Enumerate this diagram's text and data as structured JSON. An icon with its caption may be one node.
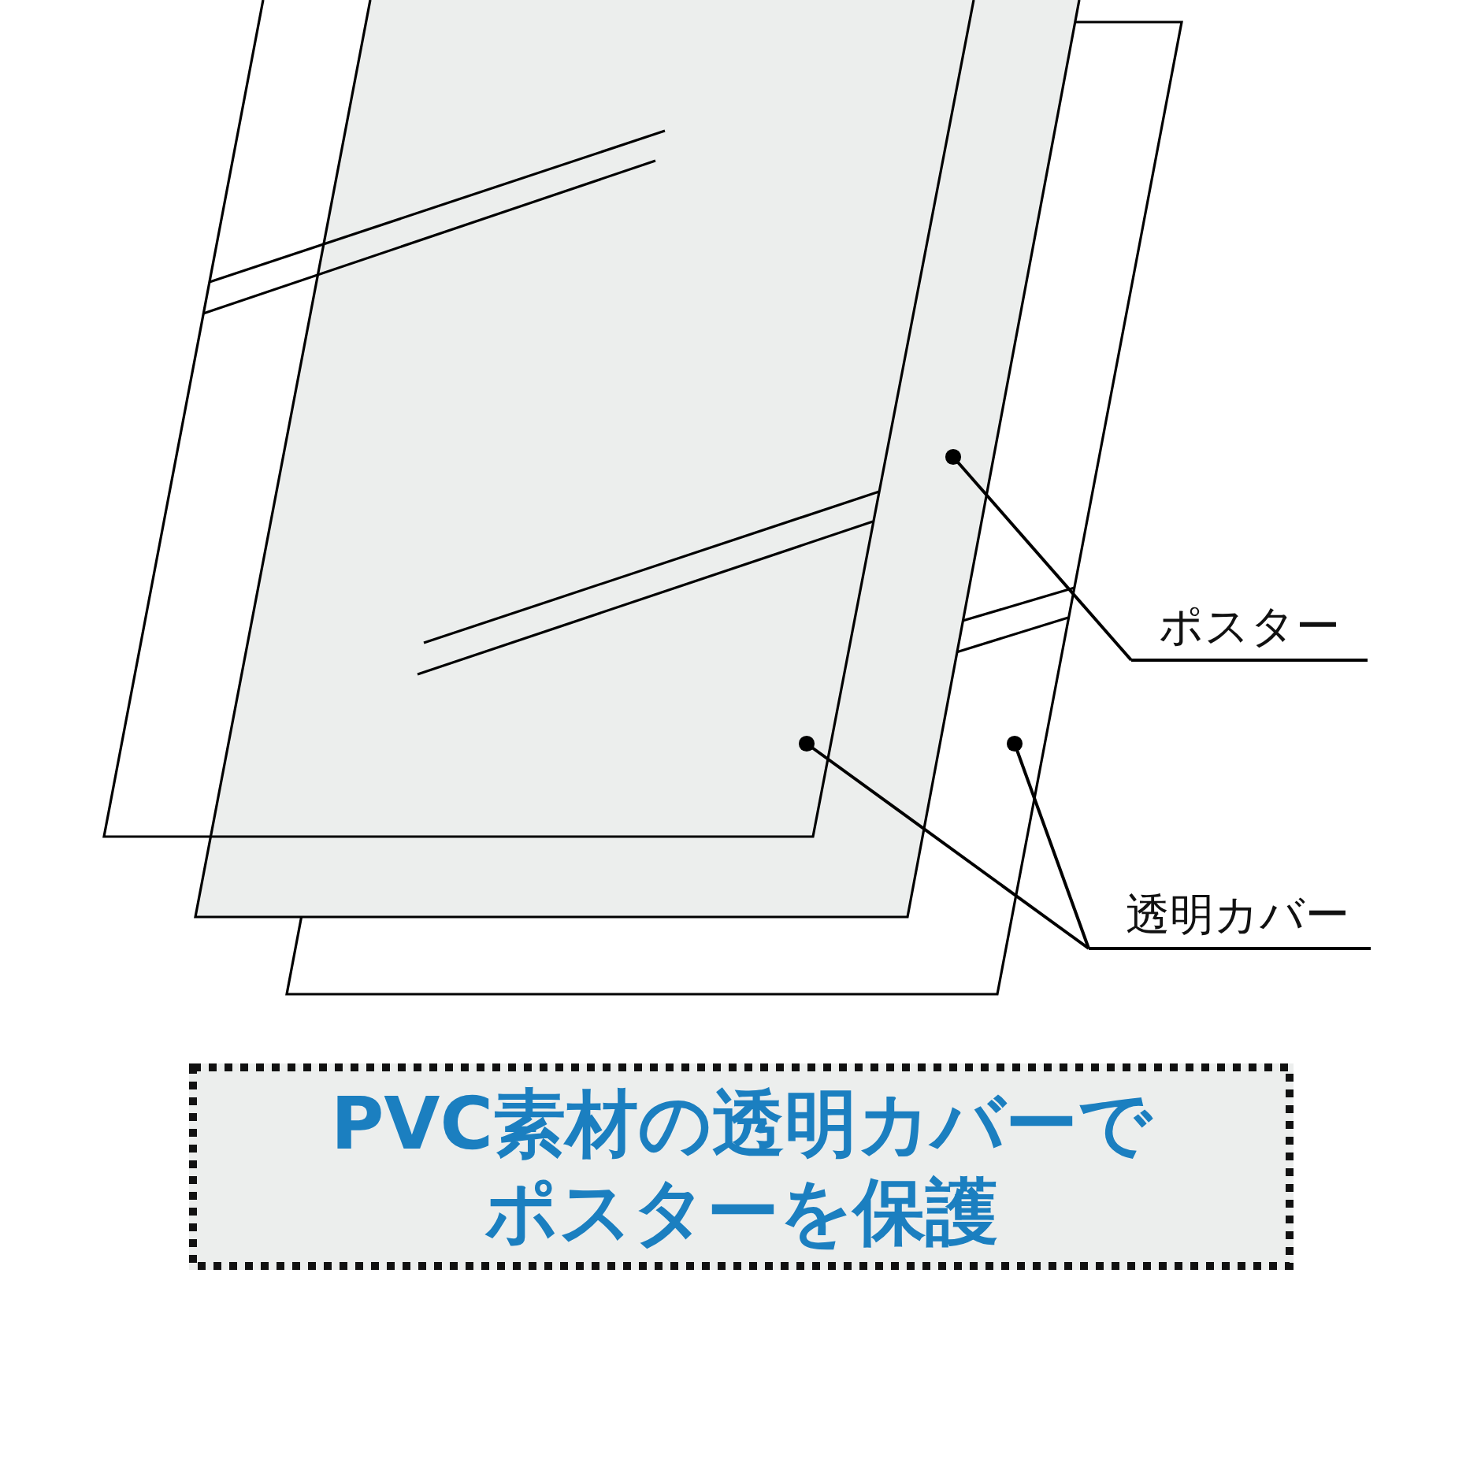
{
  "diagram": {
    "nodes": [
      {
        "text": [],
        "shape": "parallelogram"
      },
      {
        "text": [],
        "shape": "parallelogram"
      },
      {
        "text": [],
        "shape": "parallelogram"
      },
      {
        "text": [
          "ポスター"
        ]
      },
      {
        "text": [
          "透明カバー"
        ]
      },
      {
        "text": [
          "PVC素材の透明カバーでポスターを保護"
        ]
      }
    ],
    "edges": [
      {
        "from": 3,
        "to": 1,
        "arrow": "other"
      },
      {
        "from": 4,
        "to": 0,
        "arrow": "other"
      },
      {
        "from": 4,
        "to": 2,
        "arrow": "other"
      }
    ]
  }
}
